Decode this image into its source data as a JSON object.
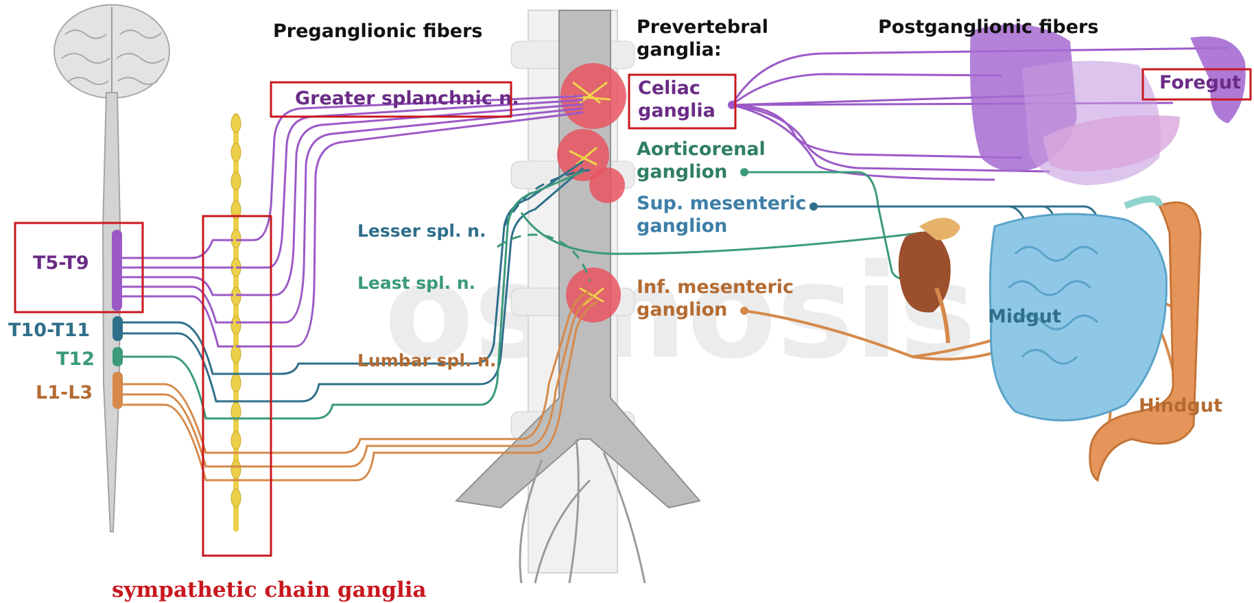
{
  "headings": {
    "preganglionic": "Preganglionic fibers",
    "prevertebral_line1": "Prevertebral",
    "prevertebral_line2": "ganglia:",
    "postganglionic": "Postganglionic fibers"
  },
  "spinal_levels": {
    "t5_t9": "T5-T9",
    "t10_t11": "T10-T11",
    "t12": "T12",
    "l1_l3": "L1-L3"
  },
  "nerves": {
    "greater": "Greater splanchnic n.",
    "lesser": "Lesser spl. n.",
    "least": "Least spl. n.",
    "lumbar": "Lumbar spl. n."
  },
  "ganglia": {
    "celiac_line1": "Celiac",
    "celiac_line2": "ganglia",
    "aorticorenal_line1": "Aorticorenal",
    "aorticorenal_line2": "ganglion",
    "sup_mes_line1": "Sup. mesenteric",
    "sup_mes_line2": "ganglion",
    "inf_mes_line1": "Inf. mesenteric",
    "inf_mes_line2": "ganglion"
  },
  "regions": {
    "foregut": "Foregut",
    "midgut": "Midgut",
    "hindgut": "Hindgut"
  },
  "caption": "sympathetic chain ganglia",
  "watermark": "osmosis",
  "colors": {
    "purple": "#9b59c6",
    "purple_text": "#6a2c86",
    "teal_dark": "#2f6f8a",
    "teal": "#3a9a7a",
    "teal_text": "#2f7f64",
    "blue_text": "#3d7ea6",
    "orange": "#d6894a",
    "orange_text": "#b46b32",
    "red_box": "#c8171e",
    "chain_yellow": "#ecd04a",
    "ganglion_red": "#e85560",
    "spine_gray": "#c9c9c9",
    "caption_red": "#c8171e"
  }
}
